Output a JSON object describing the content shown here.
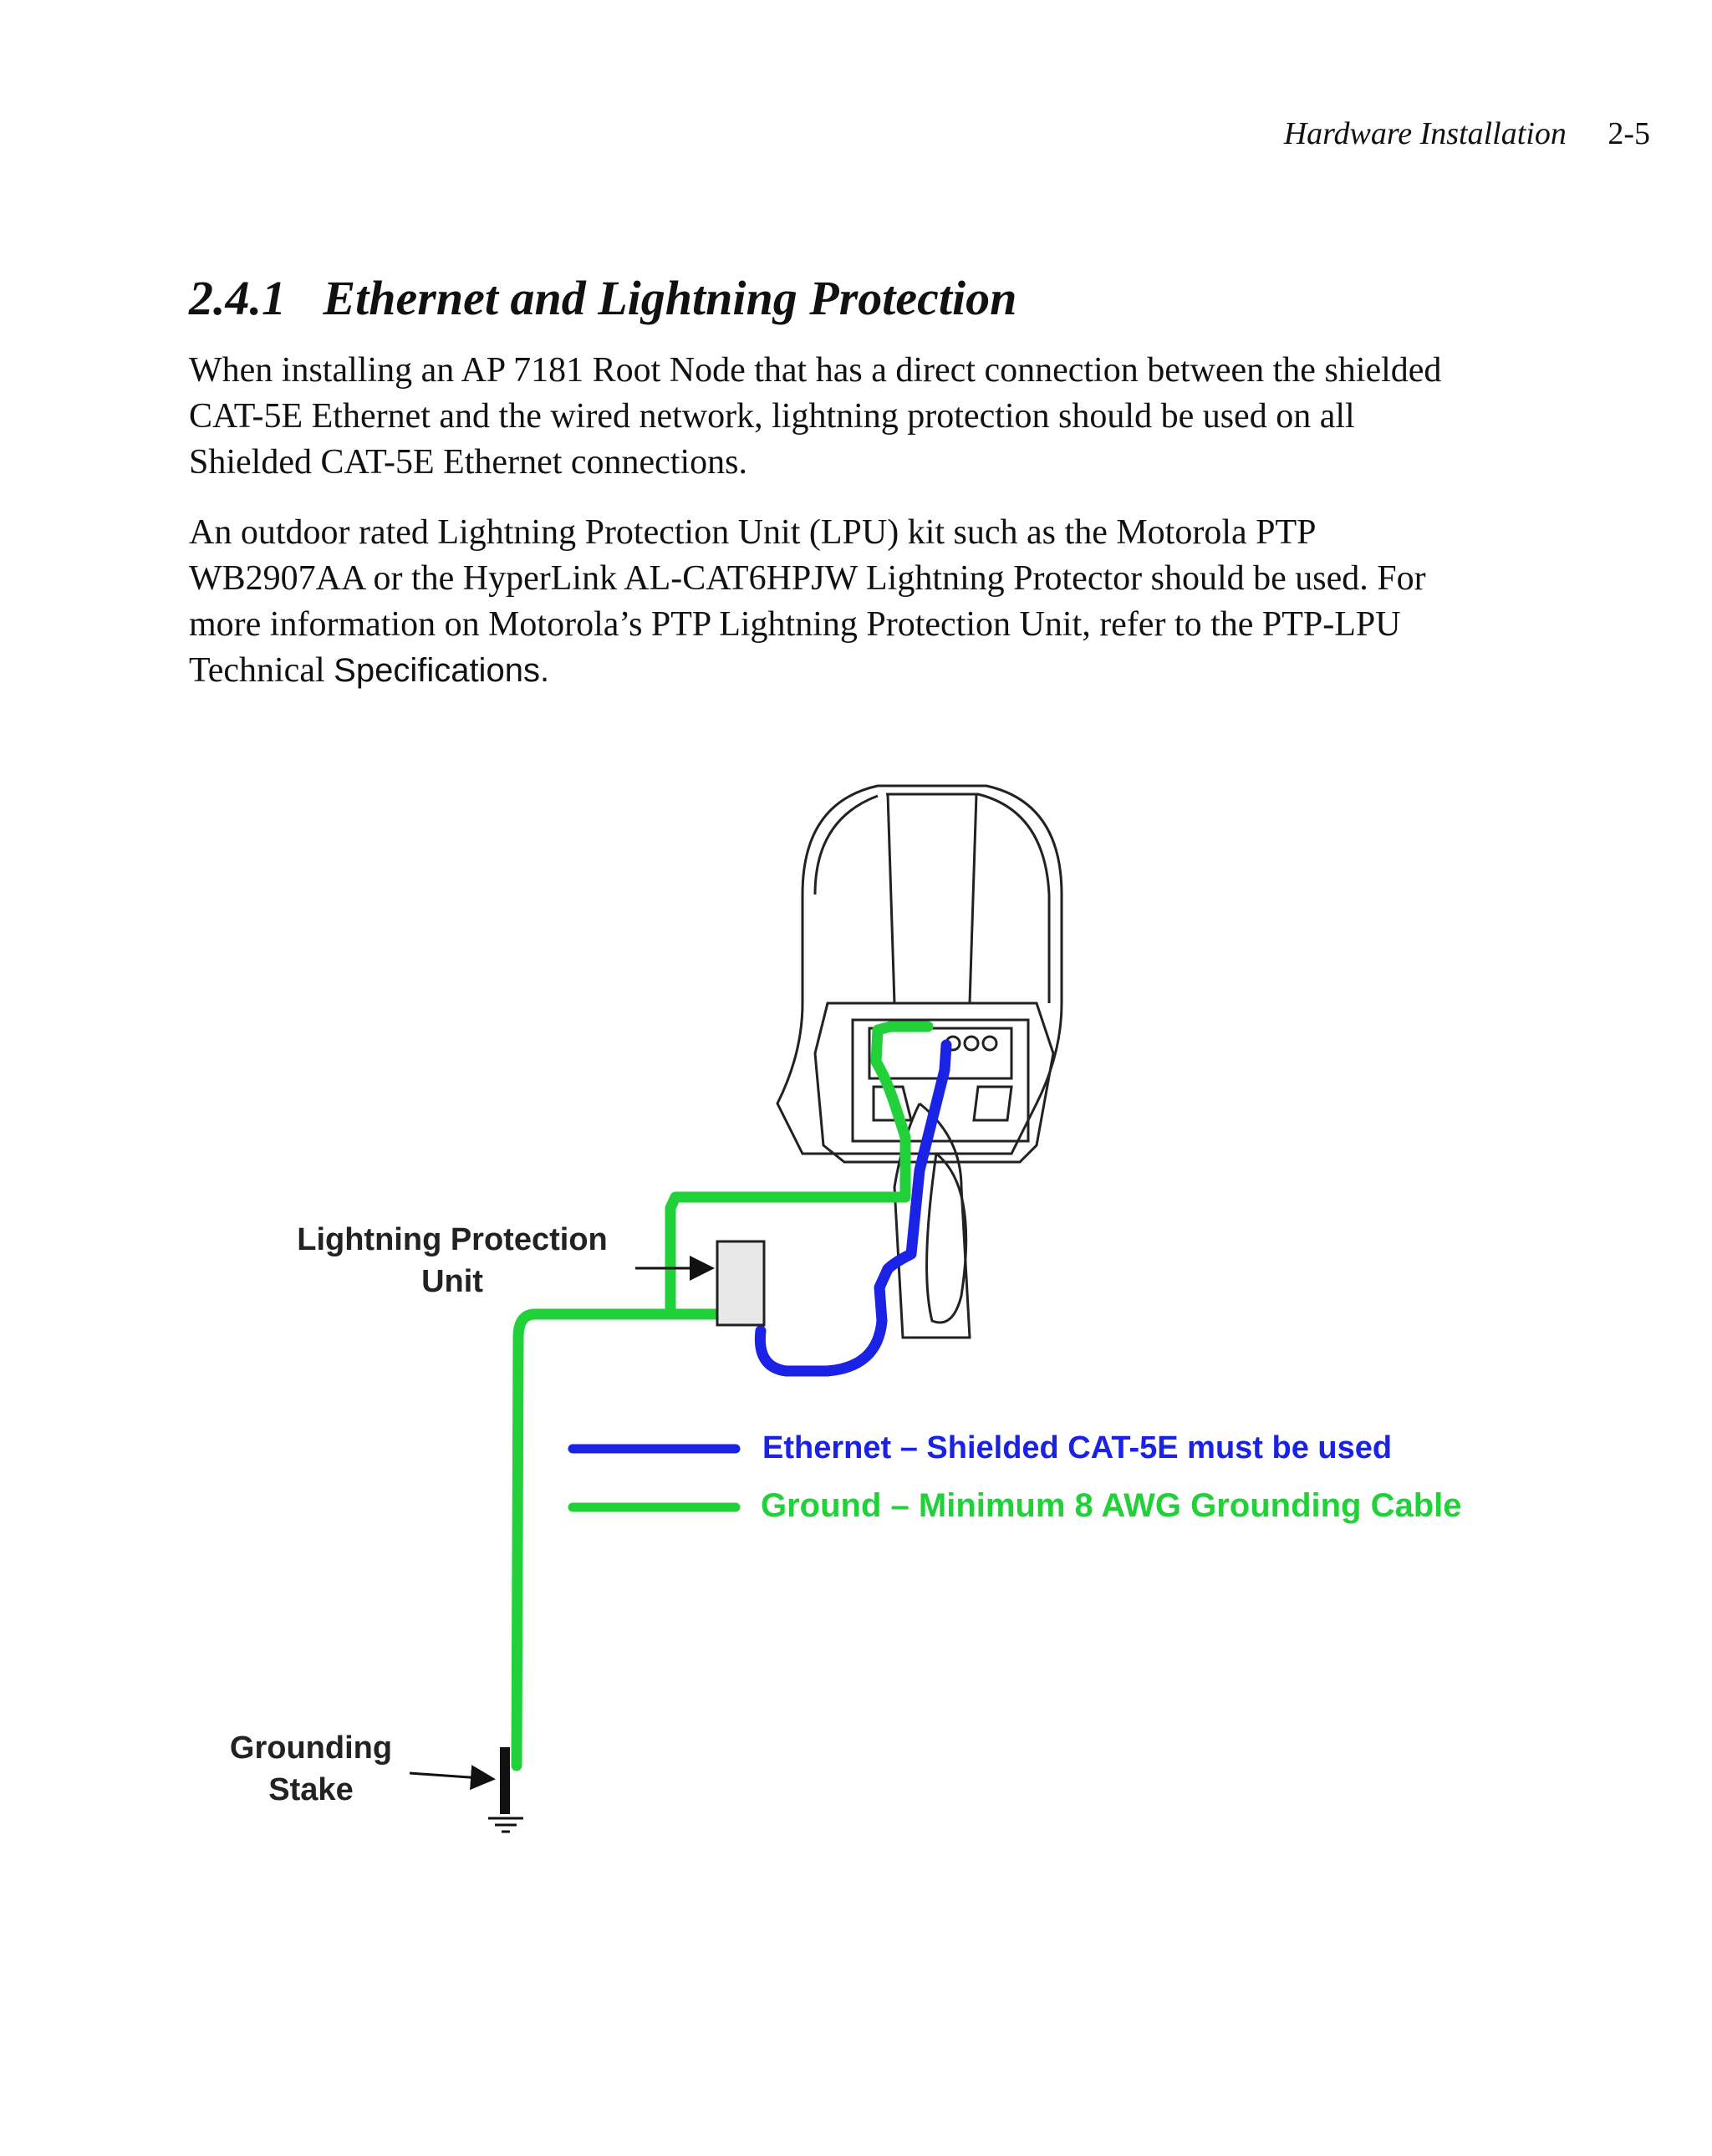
{
  "header": {
    "running_title": "Hardware Installation",
    "page_number": "2-5"
  },
  "section": {
    "number": "2.4.1",
    "title": "Ethernet and Lightning Protection"
  },
  "paragraphs": {
    "p1_lines": [
      "When installing an AP 7181 Root Node that has a direct connection between the shielded",
      "CAT-5E Ethernet and the wired network, lightning protection should be used on all",
      "Shielded CAT-5E Ethernet connections."
    ],
    "p2_lines": [
      "An outdoor rated Lightning Protection Unit (LPU) kit such as the Motorola PTP",
      "WB2907AA or the HyperLink AL-CAT6HPJW Lightning Protector should be used. For",
      "more information on Motorola’s PTP Lightning Protection Unit, refer to the PTP-LPU"
    ],
    "p2_last_start": "Technical ",
    "p2_last_end": "Specifications."
  },
  "diagram": {
    "lpu_label_line1": "Lightning Protection",
    "lpu_label_line2": "Unit",
    "stake_label_line1": "Grounding",
    "stake_label_line2": "Stake",
    "legend_ethernet": "Ethernet – Shielded CAT-5E must be used",
    "legend_ground": "Ground – Minimum 8 AWG Grounding Cable",
    "colors": {
      "ethernet": "#1a22e6",
      "ground": "#22d13a",
      "outline": "#222222"
    }
  }
}
